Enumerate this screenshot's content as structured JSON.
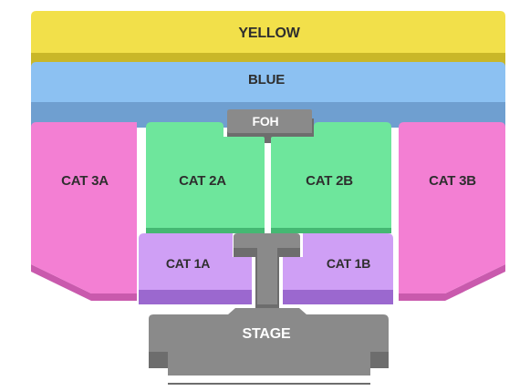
{
  "sections": {
    "yellow": {
      "label": "YELLOW",
      "color": "#f2e04a"
    },
    "blue": {
      "label": "BLUE",
      "color": "#8cc1f2"
    },
    "foh": {
      "label": "FOH",
      "color": "#8a8a8a"
    },
    "cat_3a": {
      "label": "CAT 3A",
      "color": "#f37fd3"
    },
    "cat_2a": {
      "label": "CAT 2A",
      "color": "#6ee69c"
    },
    "cat_2b": {
      "label": "CAT 2B",
      "color": "#6ee69c"
    },
    "cat_3b": {
      "label": "CAT 3B",
      "color": "#f37fd3"
    },
    "cat_1a": {
      "label": "CAT 1A",
      "color": "#cf9ff5"
    },
    "cat_1b": {
      "label": "CAT 1B",
      "color": "#cf9ff5"
    },
    "stage": {
      "label": "STAGE",
      "color": "#8a8a8a"
    }
  }
}
